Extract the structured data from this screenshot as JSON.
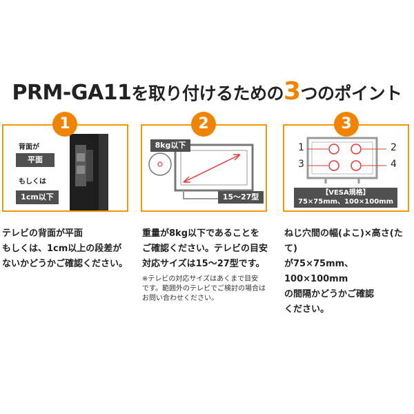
{
  "title": {
    "model": "PRM-GA11",
    "mid": "を取り付けるための",
    "count": "3",
    "suffix": "つのポイント"
  },
  "points": [
    {
      "number": "1",
      "labels": {
        "top": "背面が",
        "flat": "平面",
        "or": "もしくは",
        "step": "1cm以下"
      },
      "desc": [
        "テレビの背面が平面",
        "もしくは、1cm以上の段差が",
        "ないかどうかご確認ください。"
      ]
    },
    {
      "number": "2",
      "labels": {
        "weight": "8kg以下",
        "size": "15～27型"
      },
      "desc": [
        "重量が8kg以下であることを",
        "ご確認ください。テレビの目安",
        "対応サイズは15～27型です。"
      ],
      "note": [
        "※テレビの対応サイズはあくまで目安",
        "です。範囲外のテレビでご検討の場合は",
        "お問い合わせください。"
      ]
    },
    {
      "number": "3",
      "labels": {
        "h1": "1",
        "h2": "2",
        "h3": "3",
        "h4": "4",
        "vesa_title": "【VESA規格】",
        "vesa_value": "75×75mm、100×100mm"
      },
      "desc": [
        "ねじ穴間の幅(よこ)×高さ(たて)",
        "が75×75mm、100×100mm",
        "の間隔かどうかご確認",
        "ください。"
      ]
    }
  ],
  "colors": {
    "accent": "#f08300",
    "border": "#f39800",
    "label_bg": "#505050",
    "text": "#222222"
  }
}
